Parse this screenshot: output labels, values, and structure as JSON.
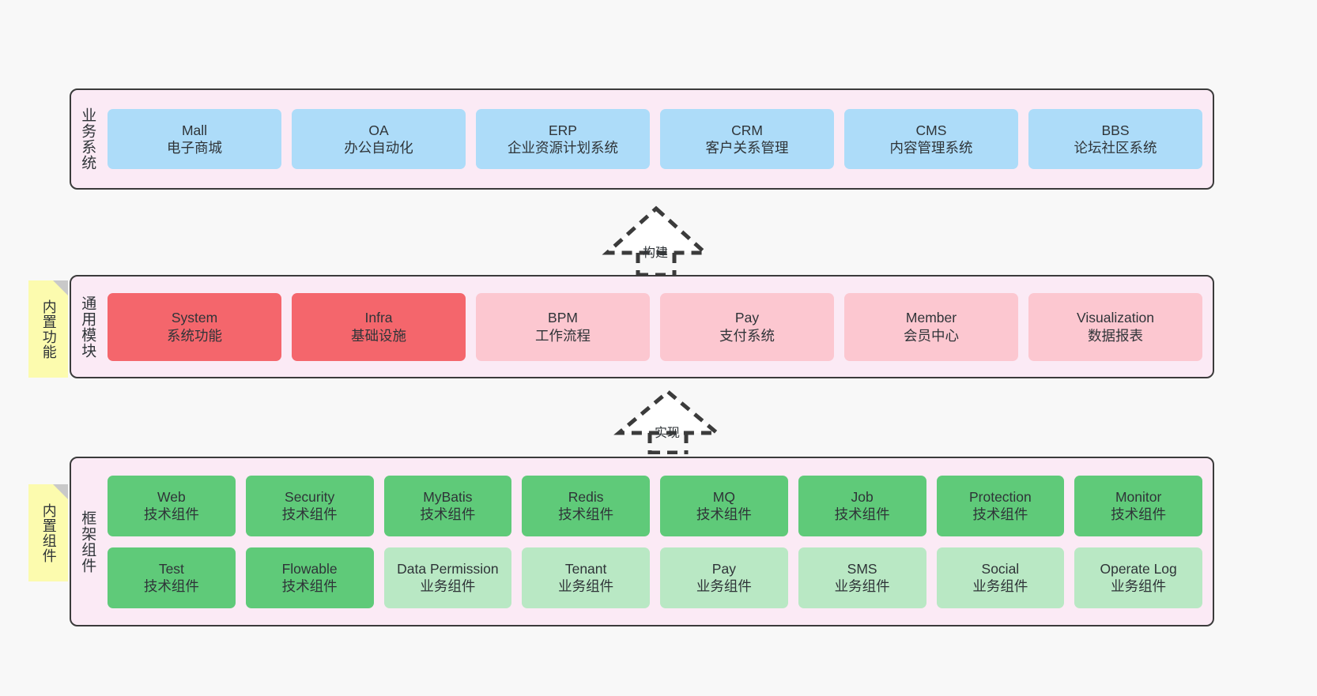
{
  "diagram": {
    "background": "#f8f8f8",
    "band_fill": "#fbeaf5",
    "band_border": "#3b3b3b",
    "sticky_fill": "#fcfbae"
  },
  "layers": [
    {
      "title": "业务系统",
      "color": "#addcf9",
      "cards": [
        {
          "name": "Mall",
          "desc": "电子商城"
        },
        {
          "name": "OA",
          "desc": "办公自动化"
        },
        {
          "name": "ERP",
          "desc": "企业资源计划系统"
        },
        {
          "name": "CRM",
          "desc": "客户关系管理"
        },
        {
          "name": "CMS",
          "desc": "内容管理系统"
        },
        {
          "name": "BBS",
          "desc": "论坛社区系统"
        }
      ]
    },
    {
      "title": "通用模块",
      "sticky": "内置功能",
      "cards": [
        {
          "name": "System",
          "desc": "系统功能",
          "color": "#f4666c"
        },
        {
          "name": "Infra",
          "desc": "基础设施",
          "color": "#f4666c"
        },
        {
          "name": "BPM",
          "desc": "工作流程",
          "color": "#fcc7d0"
        },
        {
          "name": "Pay",
          "desc": "支付系统",
          "color": "#fcc7d0"
        },
        {
          "name": "Member",
          "desc": "会员中心",
          "color": "#fcc7d0"
        },
        {
          "name": "Visualization",
          "desc": "数据报表",
          "color": "#fcc7d0"
        }
      ]
    },
    {
      "title": "框架组件",
      "sticky": "内置组件",
      "row1": [
        {
          "name": "Web",
          "desc": "技术组件",
          "color": "#5fca79"
        },
        {
          "name": "Security",
          "desc": "技术组件",
          "color": "#5fca79"
        },
        {
          "name": "MyBatis",
          "desc": "技术组件",
          "color": "#5fca79"
        },
        {
          "name": "Redis",
          "desc": "技术组件",
          "color": "#5fca79"
        },
        {
          "name": "MQ",
          "desc": "技术组件",
          "color": "#5fca79"
        },
        {
          "name": "Job",
          "desc": "技术组件",
          "color": "#5fca79"
        },
        {
          "name": "Protection",
          "desc": "技术组件",
          "color": "#5fca79"
        },
        {
          "name": "Monitor",
          "desc": "技术组件",
          "color": "#5fca79"
        }
      ],
      "row2": [
        {
          "name": "Test",
          "desc": "技术组件",
          "color": "#5fca79"
        },
        {
          "name": "Flowable",
          "desc": "技术组件",
          "color": "#5fca79"
        },
        {
          "name": "Data Permission",
          "desc": "业务组件",
          "color": "#b9e8c4"
        },
        {
          "name": "Tenant",
          "desc": "业务组件",
          "color": "#b9e8c4"
        },
        {
          "name": "Pay",
          "desc": "业务组件",
          "color": "#b9e8c4"
        },
        {
          "name": "SMS",
          "desc": "业务组件",
          "color": "#b9e8c4"
        },
        {
          "name": "Social",
          "desc": "业务组件",
          "color": "#b9e8c4"
        },
        {
          "name": "Operate Log",
          "desc": "业务组件",
          "color": "#b9e8c4"
        }
      ]
    }
  ],
  "arrows": [
    {
      "label": "构建"
    },
    {
      "label": "实现"
    }
  ]
}
